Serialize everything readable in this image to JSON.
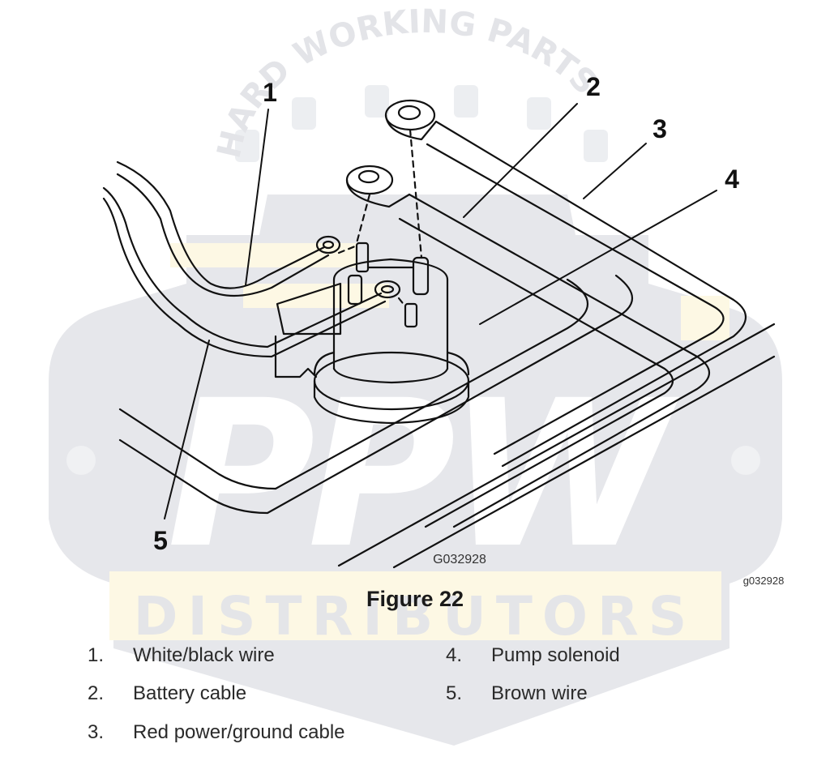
{
  "figure": {
    "title": "Figure 22",
    "code_inline": "G032928",
    "code_margin": "g032928",
    "callouts": [
      "1",
      "2",
      "3",
      "4",
      "5"
    ]
  },
  "legend": [
    {
      "num": "1.",
      "label": "White/black wire"
    },
    {
      "num": "2.",
      "label": "Battery cable"
    },
    {
      "num": "3.",
      "label": "Red power/ground cable"
    },
    {
      "num": "4.",
      "label": "Pump solenoid"
    },
    {
      "num": "5.",
      "label": "Brown wire"
    }
  ],
  "watermark": {
    "arc_text": "HARD WORKING PARTS",
    "logo_text": "PPW",
    "sub_text": "DISTRIBUTORS",
    "colors": {
      "gray": "#e6e7eb",
      "cream": "#fdf8e4"
    }
  }
}
